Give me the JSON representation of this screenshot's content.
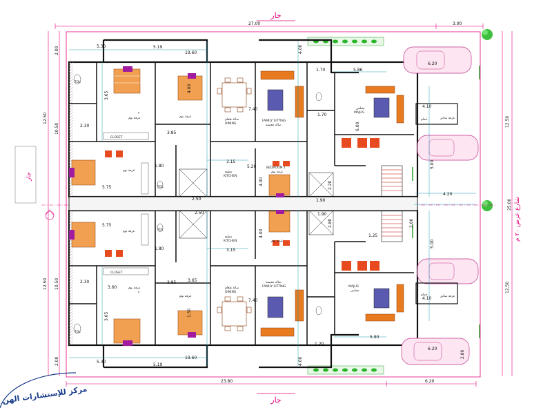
{
  "neighbors": {
    "top": "جار",
    "bottom": "جار",
    "left": "جار"
  },
  "street_label": "شارع عرض ٢٠ م",
  "logo_text": "مركز للإستشارات الهن",
  "dims": {
    "top_total": "27.00",
    "top_right": "3.00",
    "bottom_left": "23.80",
    "bottom_right": "6.20",
    "left_top": "12.50",
    "left_bottom": "12.50",
    "left_inner_top": "10.50",
    "left_inner_bottom": "10.50",
    "left_small_top": "2.00",
    "left_small_bottom": "2.00",
    "right_top": "12.50",
    "right_bottom": "12.50",
    "right_total": "25.00",
    "d_530": "5.30",
    "d_519": "5.19",
    "d_1960": "19.60",
    "d_400": "4.00",
    "d_586": "5.86",
    "d_620": "6.20",
    "d_590": "5.90",
    "d_365": "3.65",
    "d_385": "3.85",
    "d_315": "3.15",
    "d_520": "5.20",
    "d_190": "1.90",
    "d_180": "1.80",
    "d_250": "2.50",
    "d_280": "2.80",
    "d_170": "1.70",
    "d_410": "4.10",
    "d_500": "5.00",
    "d_420": "4.20",
    "d_260": "2.60",
    "d_220": "2.20",
    "d_575": "5.75",
    "d_740": "7.40",
    "d_600": "6.00",
    "d_150": "1.50",
    "d_360": "3.60",
    "d_125": "1.25",
    "d_120": "1.20",
    "d_230": "2.30"
  },
  "rooms": {
    "bedroom": "غرفة نوم",
    "bedroom_en": "BEDROOM 1",
    "bedroom_no": "٣",
    "dining": "صالة طعام",
    "dining_en": "DINING",
    "living": "صالة معيشة",
    "living_en": "FAMILY SITTING",
    "kitchen": "مطبخ",
    "kitchen_en": "KITCHEN",
    "majlis": "مجلس",
    "majlis_en": "MAJLIS",
    "bath": "حمام",
    "toilet": "TOL",
    "closet": "CLOSET",
    "driver": "غرفة سائق"
  },
  "colors": {
    "wall": "#111111",
    "dim": "#1a9bb5",
    "accent": "#e2007a",
    "furniture": "#e87a1f"
  }
}
